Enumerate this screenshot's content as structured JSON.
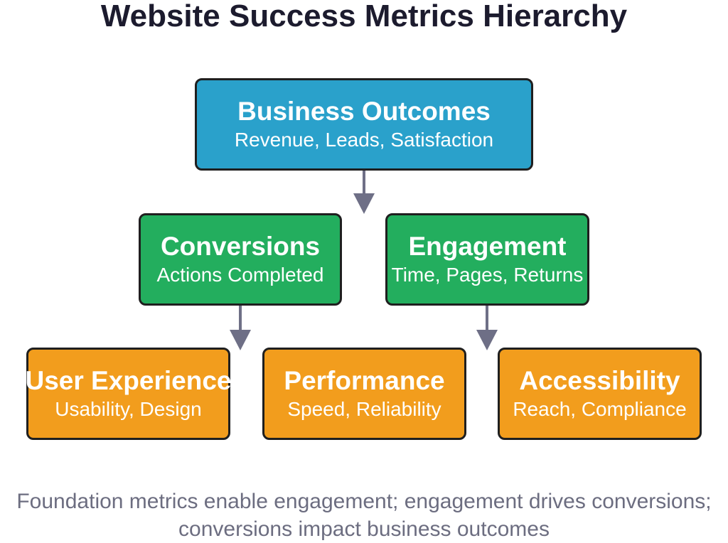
{
  "title": "Website Success Metrics Hierarchy",
  "colors": {
    "title": "#1c1b2e",
    "top_level": "#2aa1cb",
    "middle_level": "#23ae5e",
    "foundation_level": "#f29d1d",
    "border": "#1f1f1f",
    "arrow": "#6e6f86",
    "caption": "#6c6d80"
  },
  "nodes": {
    "business": {
      "name": "Business Outcomes",
      "sub": "Revenue, Leads, Satisfaction"
    },
    "conversions": {
      "name": "Conversions",
      "sub": "Actions Completed"
    },
    "engagement": {
      "name": "Engagement",
      "sub": "Time, Pages, Returns"
    },
    "ux": {
      "name": "User Experience",
      "sub": "Usability, Design"
    },
    "performance": {
      "name": "Performance",
      "sub": "Speed, Reliability"
    },
    "accessibility": {
      "name": "Accessibility",
      "sub": "Reach, Compliance"
    }
  },
  "caption": {
    "line1": "Foundation metrics enable engagement; engagement drives conversions;",
    "line2": "conversions impact business outcomes"
  }
}
